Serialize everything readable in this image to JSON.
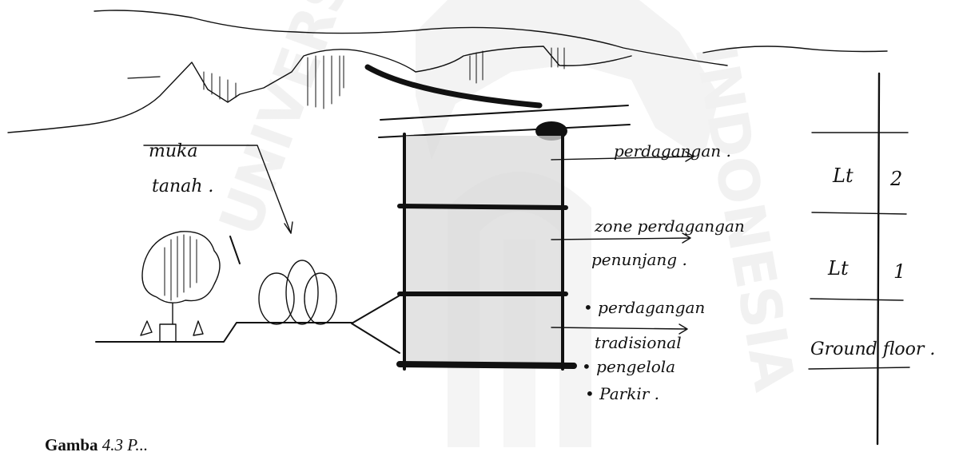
{
  "labels": {
    "ground_surface": [
      "muka",
      "tanah ."
    ],
    "zone_top": "perdagangan .",
    "zone_middle": [
      "zone perdagangan",
      "penunjang ."
    ],
    "zone_bottom": [
      "• perdagangan",
      "tradisional"
    ],
    "zone_bottom_items": [
      "• pengelola",
      "• Parkir ."
    ]
  },
  "levels": {
    "lt2": {
      "name": "Lt",
      "number": "2"
    },
    "lt1": {
      "name": "Lt",
      "number": "1"
    },
    "ground": "Ground floor ."
  },
  "caption": {
    "prefix": "Gamba",
    "rest": "4.3  P..."
  },
  "watermark": {
    "text": "UNIVERSITAS ISLAM INDONESIA",
    "color": "#e6e6e6"
  }
}
